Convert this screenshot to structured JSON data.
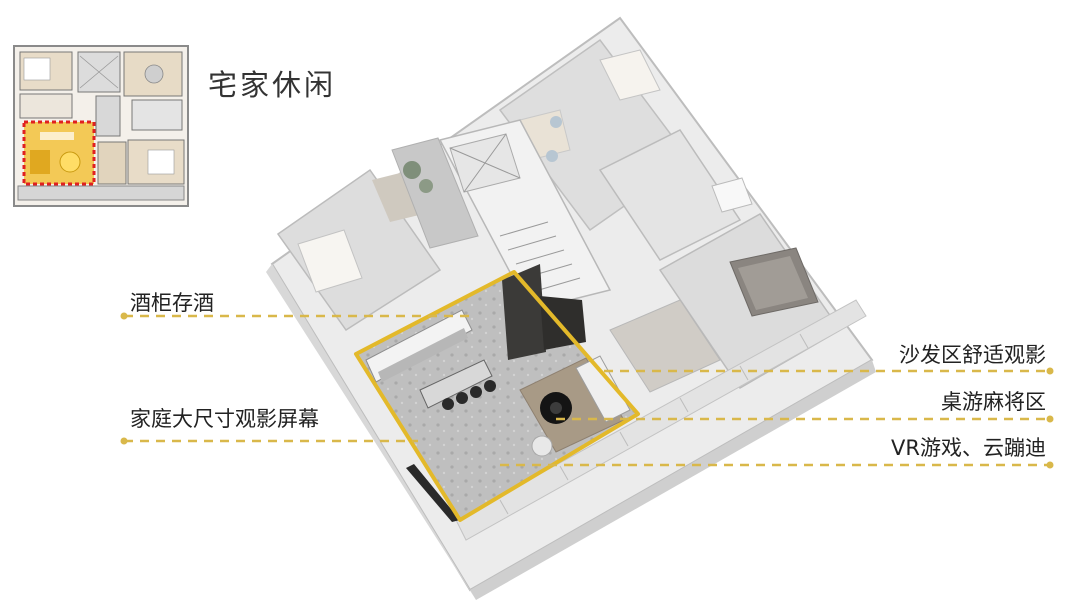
{
  "title": "宅家休闲",
  "callouts": {
    "wine": "酒柜存酒",
    "screen": "家庭大尺寸观影屏幕",
    "sofa": "沙发区舒适观影",
    "mahjong": "桌游麻将区",
    "vr": "VR游戏、云蹦迪"
  },
  "colors": {
    "highlight_gold": "#e3b92a",
    "dashed_line": "#d9b84a",
    "inset_highlight_red": "#e02020",
    "inset_highlight_fill": "#f2c23c"
  }
}
